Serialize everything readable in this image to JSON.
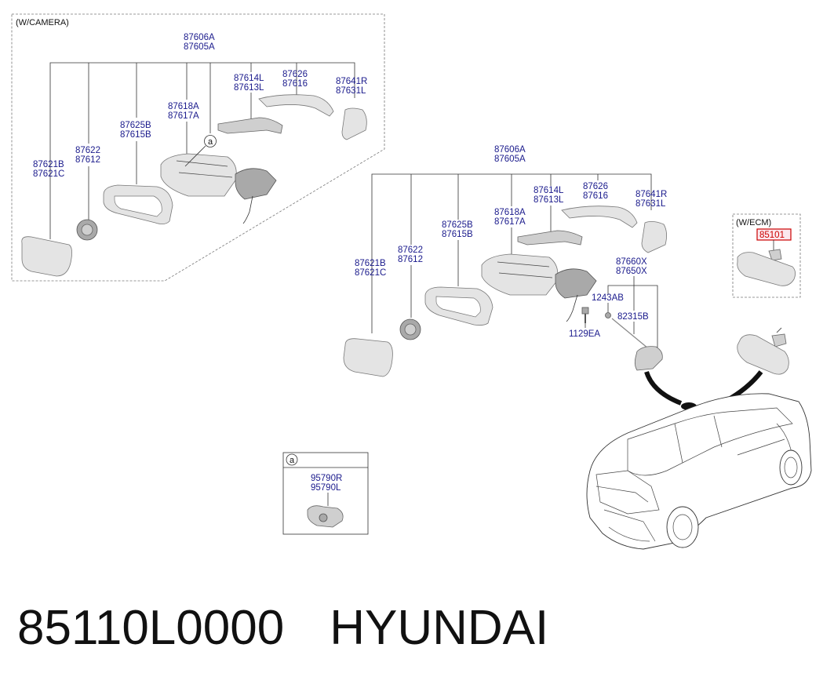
{
  "labels": {
    "camera_box_title": "(W/CAMERA)",
    "ecm_box_title": "(W/ECM)",
    "detail_a_marker": "a",
    "detail_a_ref": "a",
    "cam": {
      "p87606": "87606A",
      "p87605": "87605A",
      "p87614": "87614L",
      "p87613": "87613L",
      "p87626": "87626",
      "p87616": "87616",
      "p87641": "87641R",
      "p87631": "87631L",
      "p87618": "87618A",
      "p87617": "87617A",
      "p87625": "87625B",
      "p87615": "87615B",
      "p87622": "87622",
      "p87612": "87612",
      "p87621b": "87621B",
      "p87621c": "87621C"
    },
    "std": {
      "p87606": "87606A",
      "p87605": "87605A",
      "p87614": "87614L",
      "p87613": "87613L",
      "p87626": "87626",
      "p87616": "87616",
      "p87641": "87641R",
      "p87631": "87631L",
      "p87618": "87618A",
      "p87617": "87617A",
      "p87625": "87625B",
      "p87615": "87615B",
      "p87622": "87622",
      "p87612": "87612",
      "p87621b": "87621B",
      "p87621c": "87621C",
      "p87660": "87660X",
      "p87650": "87650X",
      "p1243": "1243AB",
      "p82315": "82315B",
      "p1129": "1129EA"
    },
    "ecm_part": "85101",
    "detail_part_r": "95790R",
    "detail_part_l": "95790L"
  },
  "colors": {
    "part_label": "#1a1a8c",
    "highlight_box": "#cc0000"
  },
  "footer": {
    "part_number": "85110L0000",
    "brand": "HYUNDAI"
  }
}
